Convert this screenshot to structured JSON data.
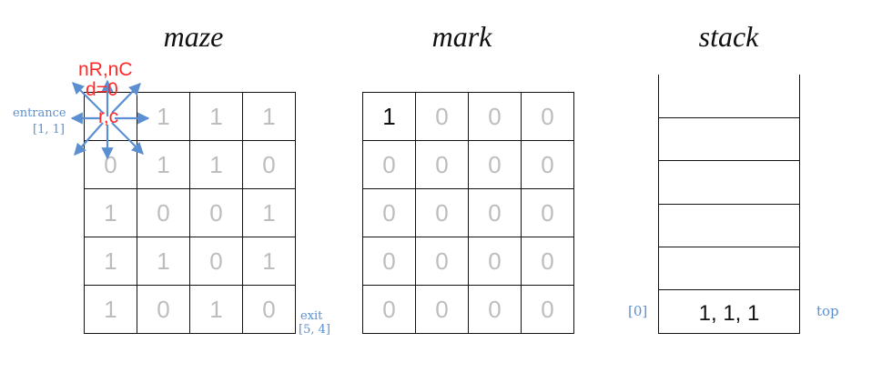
{
  "titles": {
    "maze": "maze",
    "mark": "mark",
    "stack": "stack"
  },
  "maze": [
    [
      "1",
      "1",
      "1",
      "1"
    ],
    [
      "0",
      "1",
      "1",
      "0"
    ],
    [
      "1",
      "0",
      "0",
      "1"
    ],
    [
      "1",
      "1",
      "0",
      "1"
    ],
    [
      "1",
      "0",
      "1",
      "0"
    ]
  ],
  "mark": [
    [
      "1",
      "0",
      "0",
      "0"
    ],
    [
      "0",
      "0",
      "0",
      "0"
    ],
    [
      "0",
      "0",
      "0",
      "0"
    ],
    [
      "0",
      "0",
      "0",
      "0"
    ],
    [
      "0",
      "0",
      "0",
      "0"
    ]
  ],
  "labels": {
    "entrance": "entrance",
    "entrance_coord": "[1, 1]",
    "exit": "exit",
    "exit_coord": "[5, 4]",
    "next_pos": "nR,nC",
    "direction": "d=0",
    "current_pos": "r,c",
    "stack_index": "[0]",
    "stack_top": "top"
  },
  "stack": {
    "entries": [
      "1, 1, 1"
    ]
  },
  "colors": {
    "highlight": "#ff2a2a",
    "annotation": "#5b8fd1",
    "faded": "#bdbdbd"
  }
}
